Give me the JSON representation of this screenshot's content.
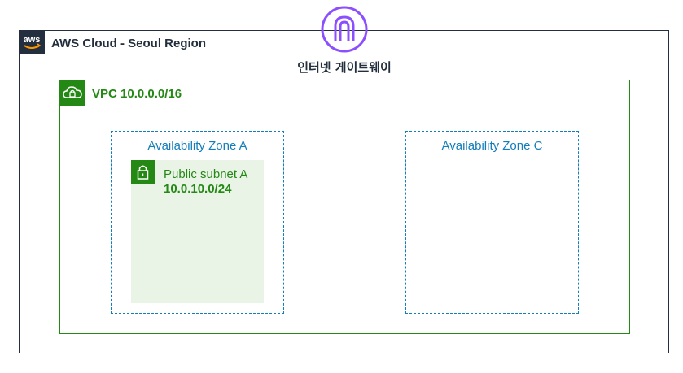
{
  "cloud": {
    "title": "AWS Cloud - Seoul Region",
    "logo_icon": "aws-logo-icon",
    "border_color": "#232f3e"
  },
  "internet_gateway": {
    "label": "인터넷 게이트웨이",
    "icon": "internet-gateway-icon",
    "color": "#8c4fff"
  },
  "vpc": {
    "title": "VPC 10.0.0.0/16",
    "icon": "vpc-cloud-lock-icon",
    "color": "#248814"
  },
  "availability_zones": [
    {
      "label": "Availability Zone A"
    },
    {
      "label": "Availability Zone C"
    }
  ],
  "subnet": {
    "name": "Public subnet A",
    "cidr": "10.0.10.0/24",
    "icon": "subnet-lock-icon",
    "fill_color": "#e9f3e6"
  },
  "az_color": "#147eba"
}
